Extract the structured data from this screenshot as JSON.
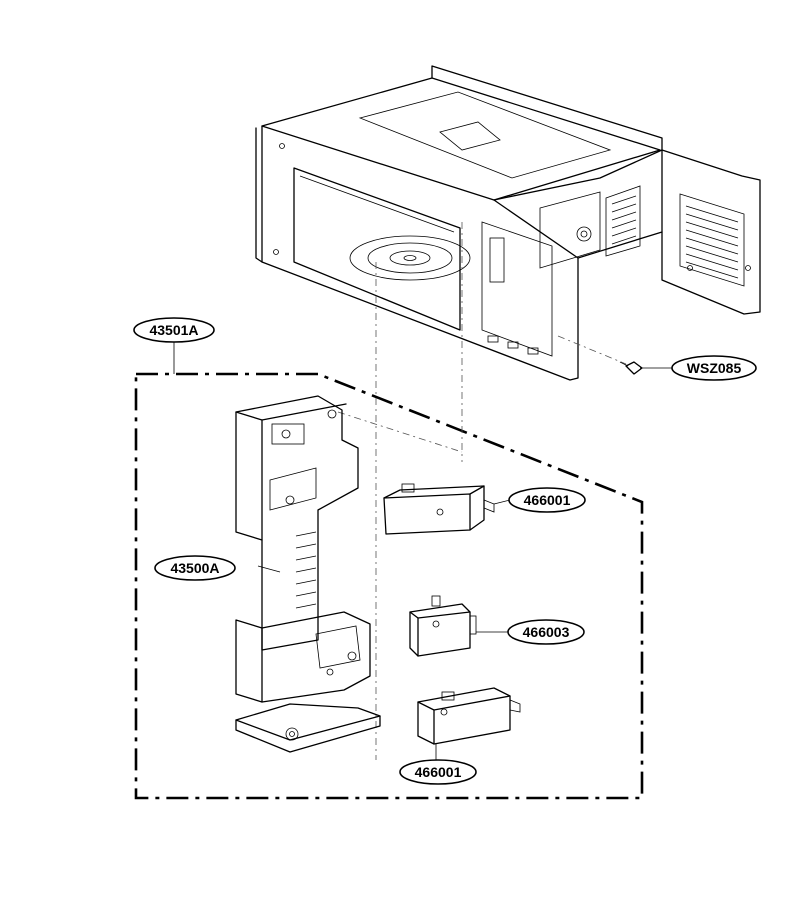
{
  "labels": {
    "assembly": "43501A",
    "latch_board": "43500A",
    "switch_top": "466001",
    "switch_middle": "466003",
    "switch_bottom": "466001",
    "screw": "WSZ085"
  }
}
